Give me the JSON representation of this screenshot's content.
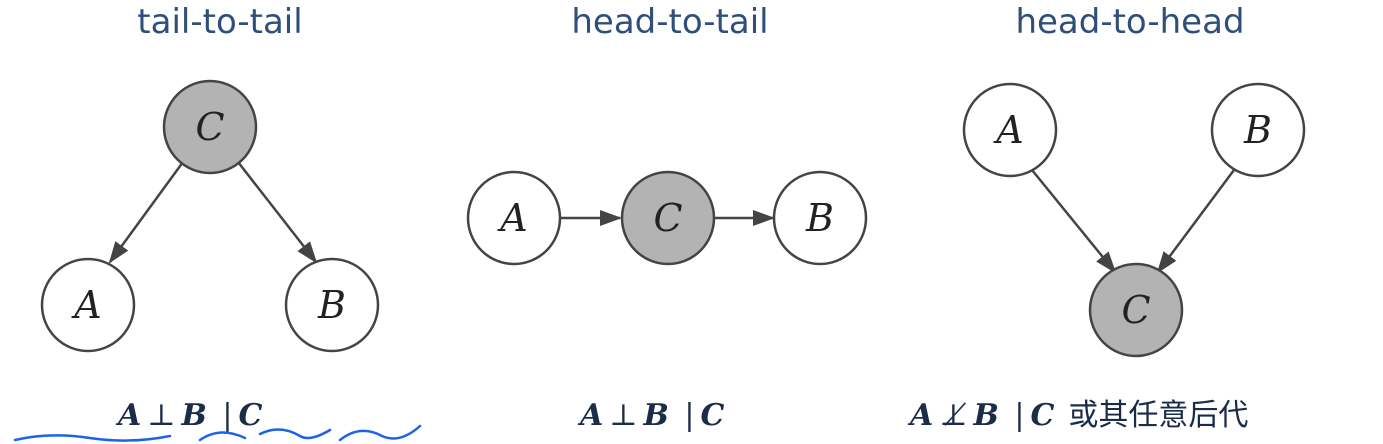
{
  "panels": [
    {
      "heading": "tail-to-tail",
      "nodes": {
        "C": "C",
        "A": "A",
        "B": "B"
      },
      "formula": {
        "left": "A",
        "relation": "⊥",
        "right": "B",
        "bar": "|",
        "given": "C",
        "suffix": ""
      }
    },
    {
      "heading": "head-to-tail",
      "nodes": {
        "A": "A",
        "C": "C",
        "B": "B"
      },
      "formula": {
        "left": "A",
        "relation": "⊥",
        "right": "B",
        "bar": "|",
        "given": "C",
        "suffix": ""
      }
    },
    {
      "heading": "head-to-head",
      "nodes": {
        "A": "A",
        "B": "B",
        "C": "C"
      },
      "formula": {
        "left": "A",
        "relation": "⊥̸",
        "right": "B",
        "bar": "|",
        "given": "C",
        "suffix": "或其任意后代"
      }
    }
  ],
  "colors": {
    "heading": "#2f4f7a",
    "observed_node_fill": "#b3b3b3",
    "unobserved_node_fill": "#ffffff",
    "node_stroke": "#444444",
    "edge": "#444444",
    "formula": "#1b2c48",
    "handwriting": "#1e63e6"
  }
}
